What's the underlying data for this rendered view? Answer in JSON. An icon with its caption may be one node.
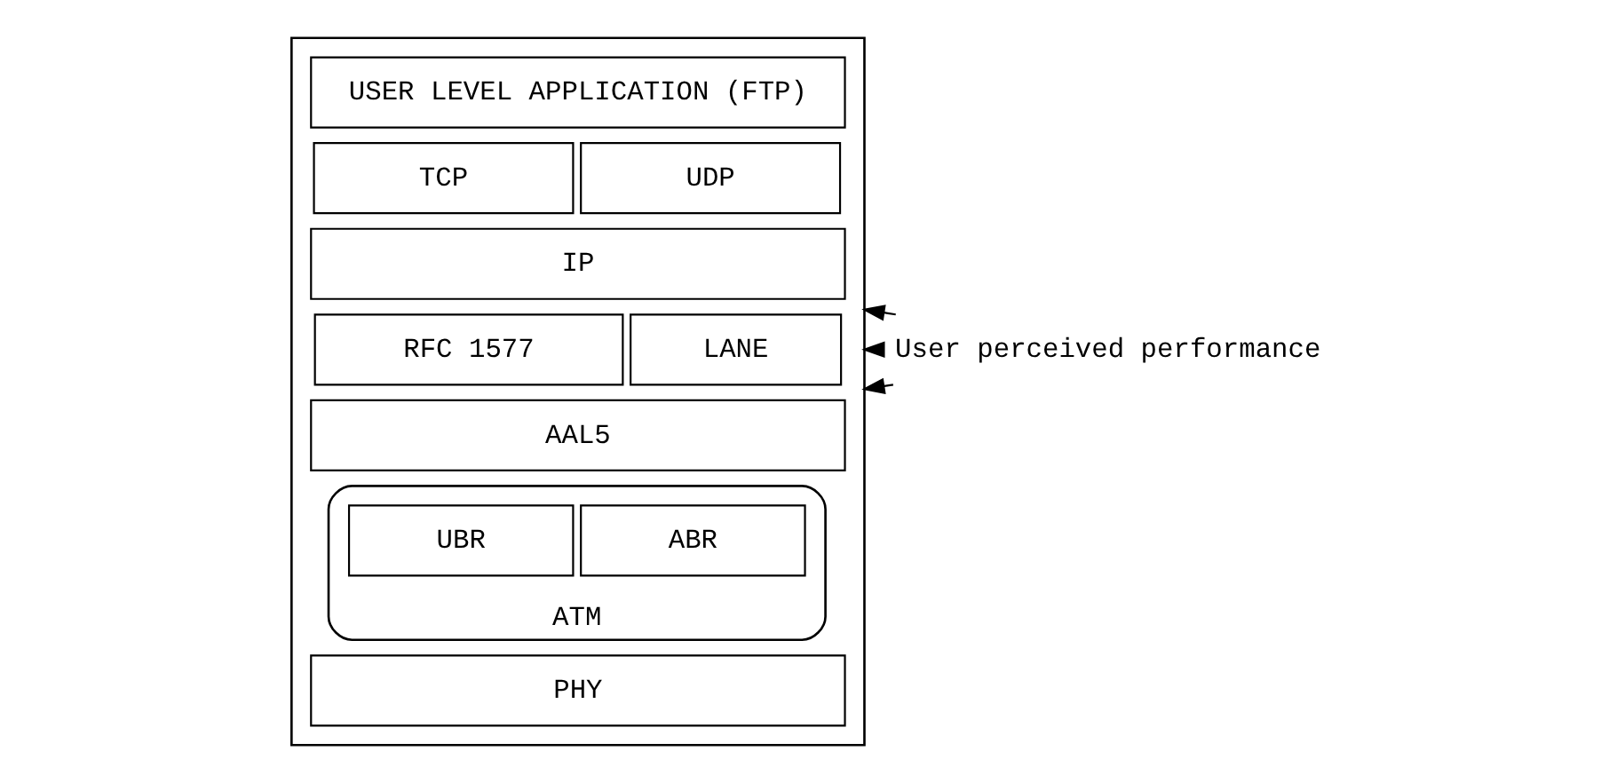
{
  "diagram": {
    "nodes": [
      {
        "text": [],
        "shape": "box"
      },
      {
        "text": [
          "USER LEVEL APPLICATION (FTP)"
        ],
        "in": 0
      },
      {
        "text": [
          "TCP"
        ],
        "in": 0
      },
      {
        "text": [
          "UDP"
        ],
        "in": 0
      },
      {
        "text": [
          "IP"
        ],
        "in": 0
      },
      {
        "text": [
          "RFC 1577"
        ],
        "in": 0
      },
      {
        "text": [
          "LANE"
        ],
        "in": 0
      },
      {
        "text": [
          "AAL5"
        ],
        "in": 0
      },
      {
        "text": [
          "ATM"
        ],
        "in": 0
      },
      {
        "text": [
          "ABR"
        ],
        "in": 8
      },
      {
        "text": [
          "UBR"
        ],
        "in": 8
      },
      {
        "text": [
          "PHY"
        ],
        "in": 0
      },
      {
        "text": [
          "User perceived performance"
        ]
      }
    ],
    "edges": [
      {
        "from": 12,
        "to": 0,
        "arrow": "to"
      },
      {
        "from": 12,
        "to": 0,
        "arrow": "to"
      },
      {
        "from": 12,
        "to": 0,
        "arrow": "to"
      }
    ]
  }
}
